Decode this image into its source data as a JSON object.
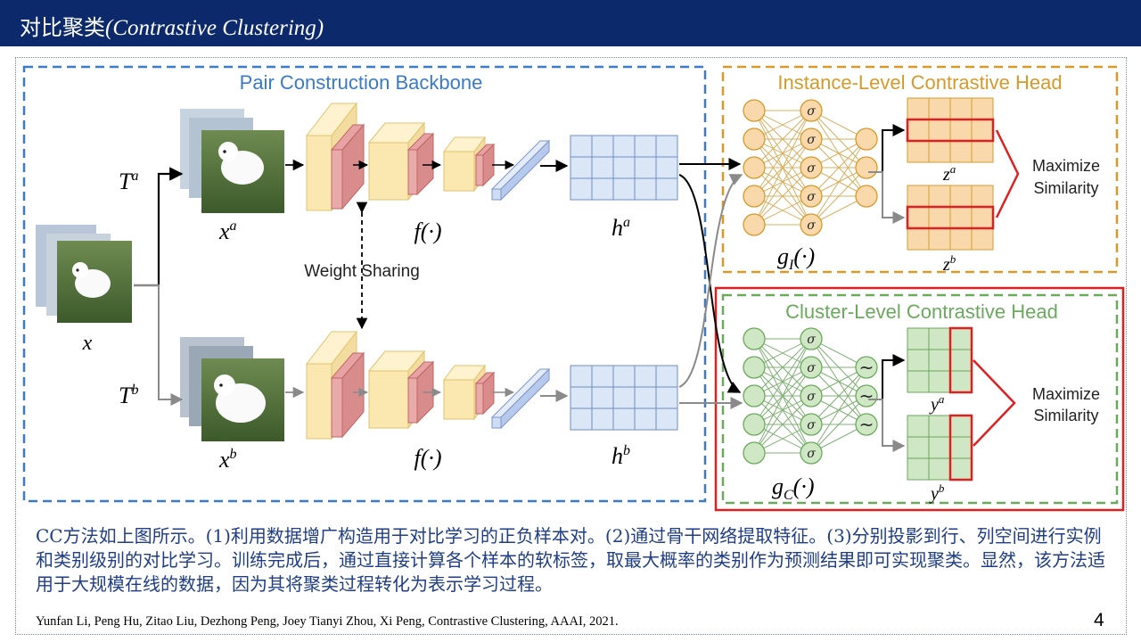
{
  "header": {
    "title_cn": "对比聚类",
    "title_en": "(Contrastive Clustering)"
  },
  "diagram": {
    "backbone_label": "Pair Construction Backbone",
    "instance_head_label": "Instance-Level Contrastive Head",
    "cluster_head_label": "Cluster-Level Contrastive Head",
    "weight_sharing_label": "Weight Sharing",
    "maximize_label": "Maximize",
    "similarity_label": "Similarity",
    "sigma_symbol": "σ",
    "tilde_symbol": "~",
    "math": {
      "x": "x",
      "xa": "x",
      "xa_sup": "a",
      "xb": "x",
      "xb_sup": "b",
      "T": "T",
      "Ta_sup": "a",
      "Tb_sup": "b",
      "f": "f(·)",
      "h": "h",
      "ha_sup": "a",
      "hb_sup": "b",
      "g": "g",
      "gI_sub": "I",
      "gC_sub": "C",
      "g_arg": "(·)",
      "z": "z",
      "za_sup": "a",
      "zb_sup": "b",
      "y": "y",
      "ya_sup": "a",
      "yb_sup": "b"
    },
    "colors": {
      "backbone_border": "#3a7ac8",
      "instance_border": "#d69a2a",
      "cluster_border": "#6aaa5c",
      "highlight": "#e02020",
      "instance_node": "#f9d9ab",
      "cluster_node": "#cfe7c4",
      "feature_cell": "#dbe6f7"
    }
  },
  "description": "CC方法如上图所示。(1)利用数据增广构造用于对比学习的正负样本对。(2)通过骨干网络提取特征。(3)分别投影到行、列空间进行实例和类别级别的对比学习。训练完成后，通过直接计算各个样本的软标签，取最大概率的类别作为预测结果即可实现聚类。显然，该方法适用于大规模在线的数据，因为其将聚类过程转化为表示学习过程。",
  "citation": "Yunfan Li, Peng Hu, Zitao Liu, Dezhong Peng, Joey Tianyi Zhou, Xi Peng, Contrastive Clustering, AAAI, 2021.",
  "page_number": "4"
}
